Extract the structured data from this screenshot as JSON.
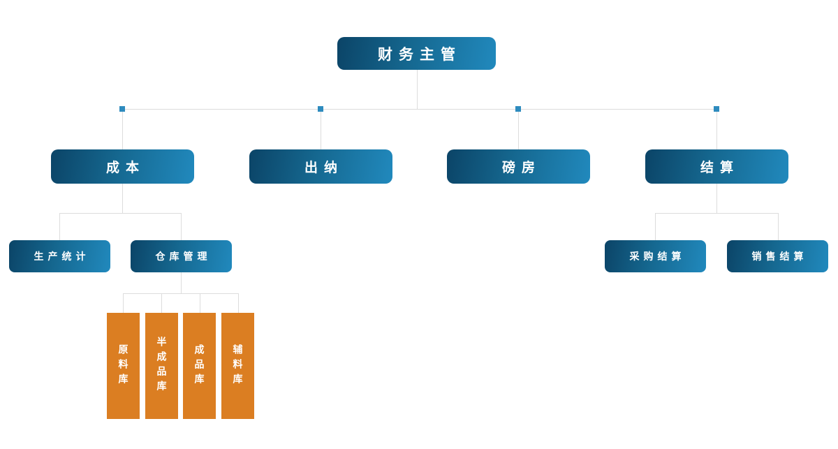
{
  "diagram": {
    "type": "org-chart",
    "root": {
      "label": "财务主管"
    },
    "level2": [
      {
        "label": "成本"
      },
      {
        "label": "出纳"
      },
      {
        "label": "磅房"
      },
      {
        "label": "结算"
      }
    ],
    "cost_children": [
      {
        "label": "生产统计"
      },
      {
        "label": "仓库管理"
      }
    ],
    "warehouse_children": [
      {
        "label": "原料库"
      },
      {
        "label": "半成品库"
      },
      {
        "label": "成品库"
      },
      {
        "label": "辅料库"
      }
    ],
    "settlement_children": [
      {
        "label": "采购结算"
      },
      {
        "label": "销售结算"
      }
    ],
    "colors": {
      "node_gradient_start": "#0b4467",
      "node_gradient_end": "#2189bd",
      "warehouse_orange": "#db7e22",
      "connector_gray": "#dcdcdc",
      "junction_blue": "#2e8bbe",
      "text_white": "#ffffff",
      "background": "#ffffff"
    }
  }
}
